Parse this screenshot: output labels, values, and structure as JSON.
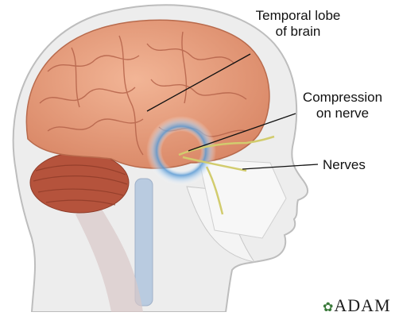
{
  "labels": {
    "temporal_line1": "Temporal lobe",
    "temporal_line2": "of brain",
    "compression_line1": "Compression",
    "compression_line2": "on nerve",
    "nerves": "Nerves"
  },
  "brand": {
    "mark": "✿",
    "text": "ADAM"
  },
  "colors": {
    "brain": "#e29a78",
    "cerebellum": "#b5533c",
    "head_outline": "#bdbdbd",
    "skin": "#ececec",
    "nerve": "#d8d27a",
    "highlight_ring": "#6fa6d8"
  }
}
